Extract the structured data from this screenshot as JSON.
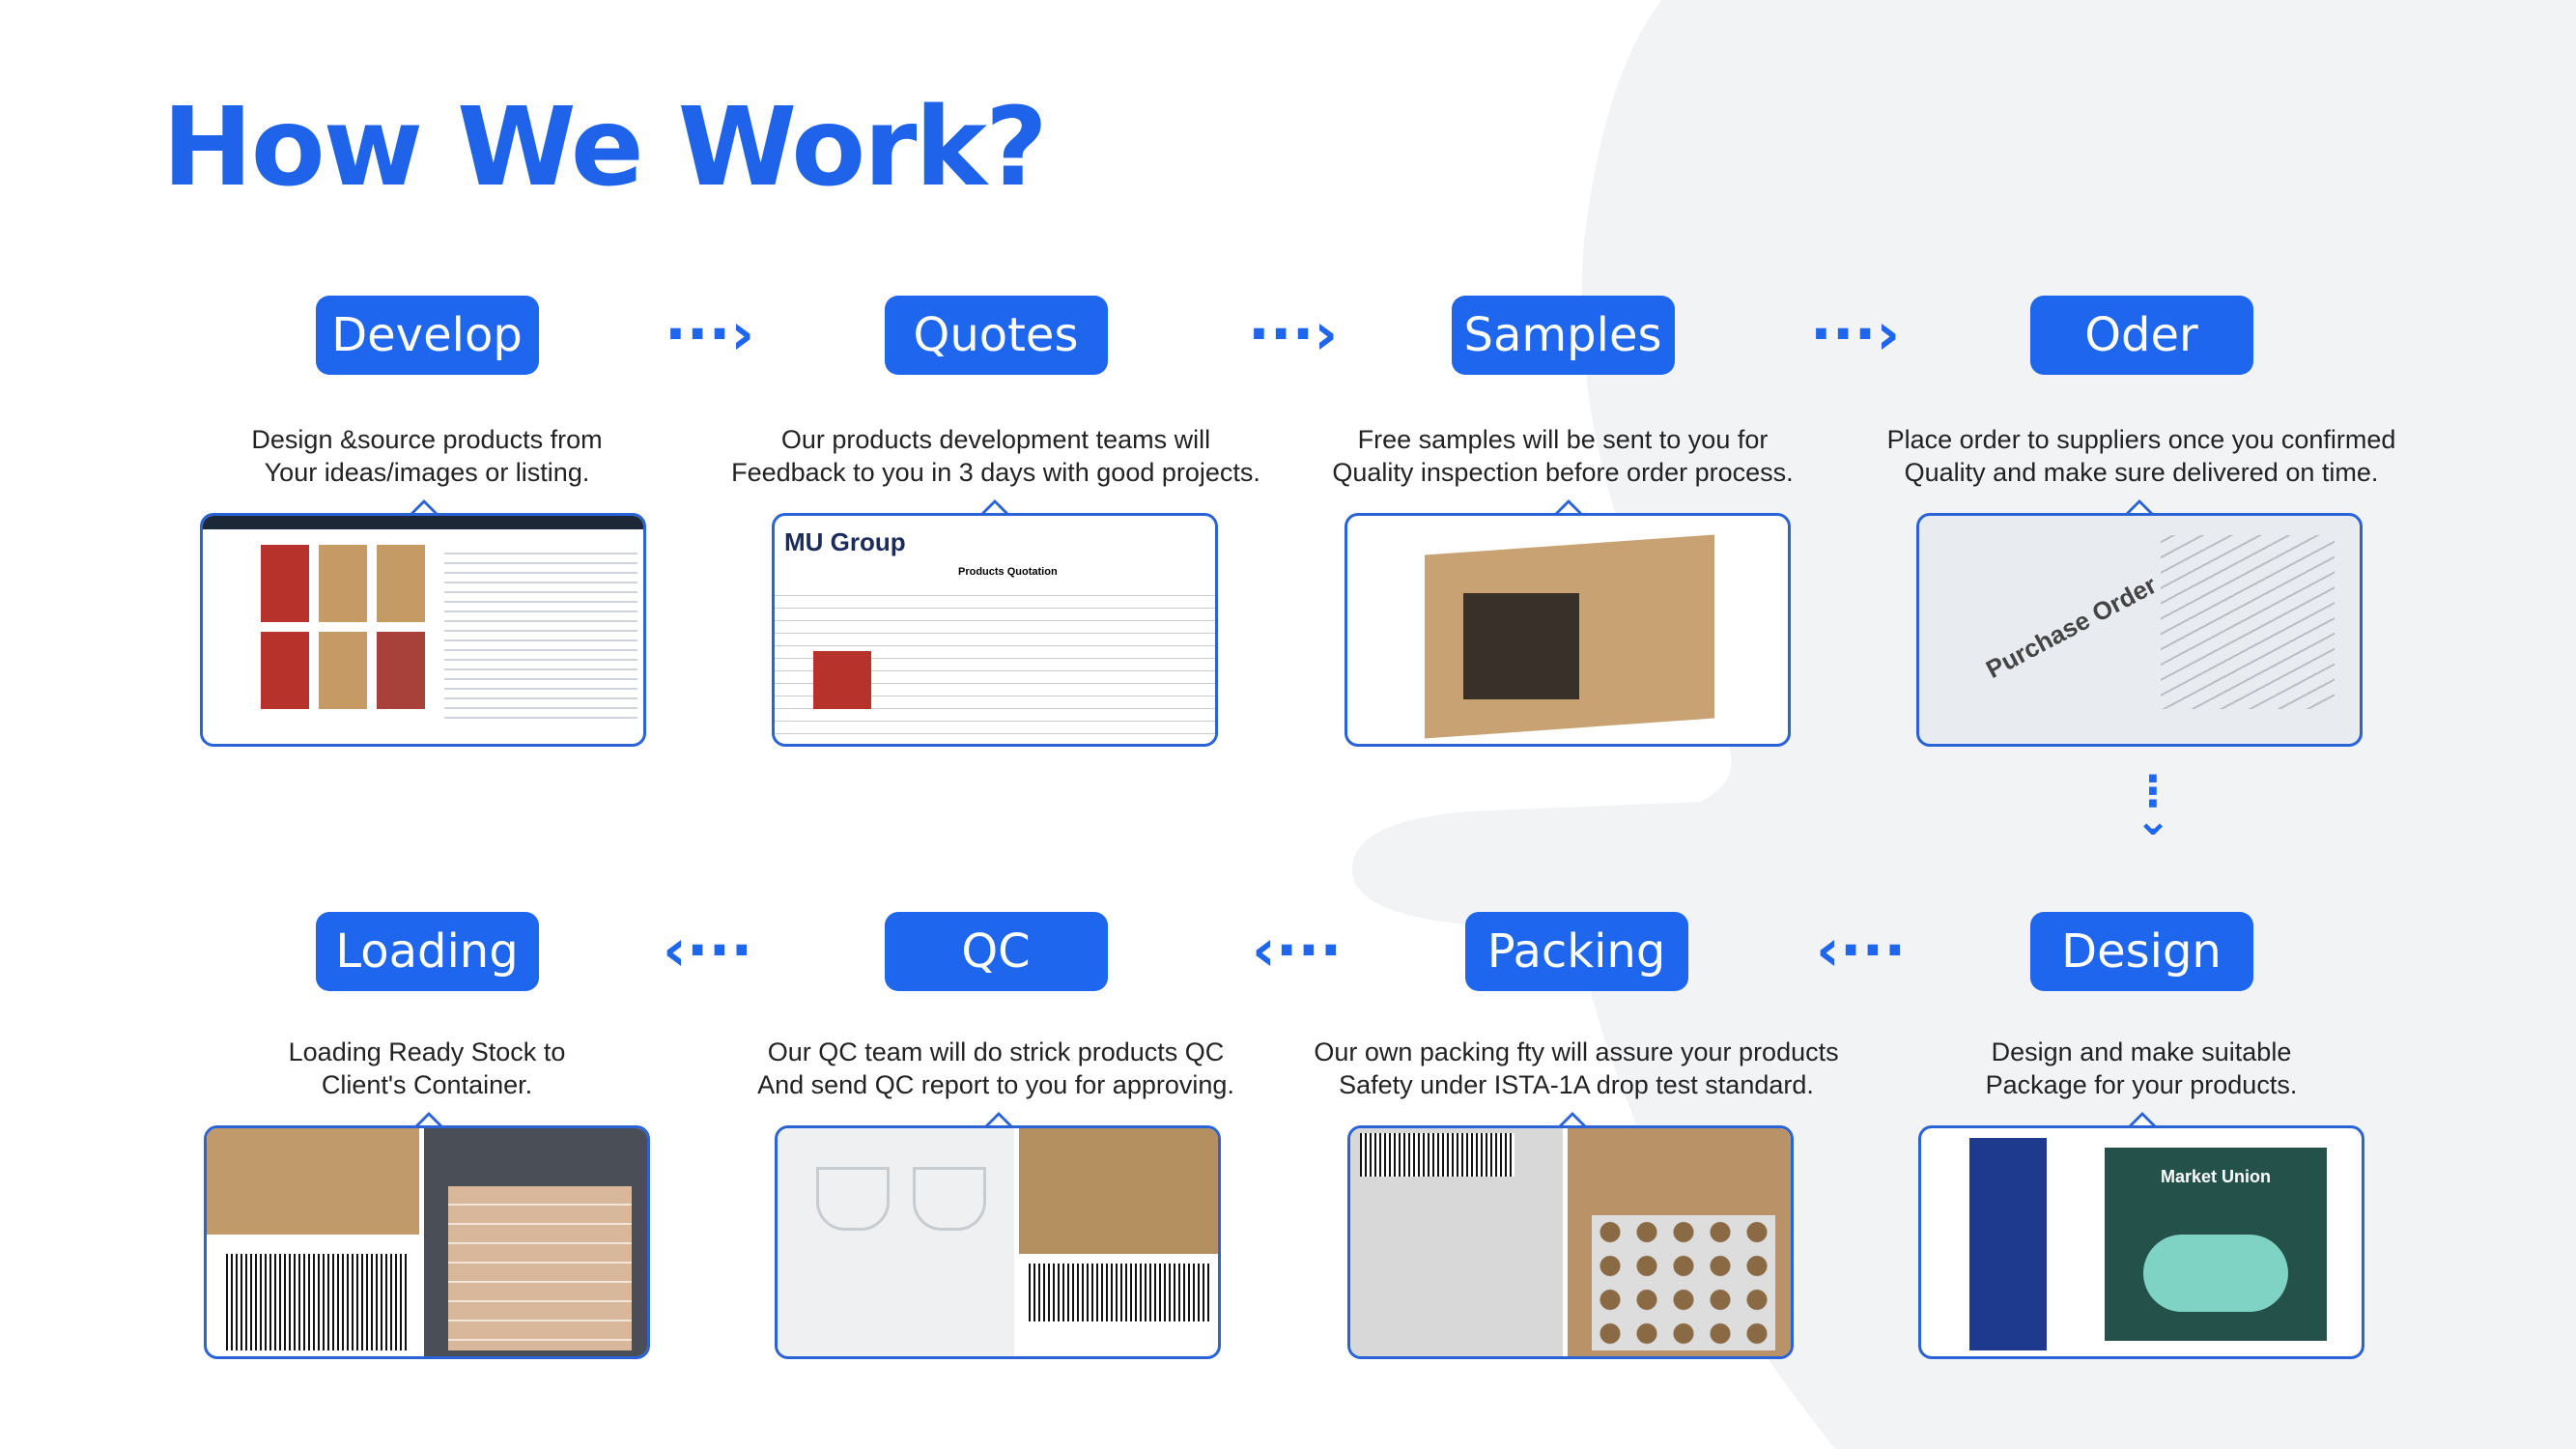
{
  "title": "How We Work?",
  "colors": {
    "accent": "#1f66ee",
    "background_shape": "#f2f3f5"
  },
  "steps": [
    {
      "label": "Develop",
      "desc1": "Design &source products from",
      "desc2": "Your ideas/images or listing."
    },
    {
      "label": "Quotes",
      "desc1": "Our products development teams will",
      "desc2": "Feedback to you in 3 days with good projects."
    },
    {
      "label": "Samples",
      "desc1": "Free samples will be sent to you for",
      "desc2": "Quality inspection before order process."
    },
    {
      "label": "Oder",
      "desc1": "Place order to suppliers once you confirmed",
      "desc2": "Quality and make sure delivered on time."
    },
    {
      "label": "Design",
      "desc1": "Design and make suitable",
      "desc2": "Package for your products."
    },
    {
      "label": "Packing",
      "desc1": "Our own packing fty will assure your products",
      "desc2": "Safety under ISTA-1A drop test standard."
    },
    {
      "label": "QC",
      "desc1": "Our QC team will do strick products QC",
      "desc2": "And send QC report to you for approving."
    },
    {
      "label": "Loading",
      "desc1": "Loading Ready Stock to",
      "desc2": "Client's Container."
    }
  ],
  "photo_text": {
    "quotes_logo": "MU Group",
    "quotes_heading": "Products Quotation",
    "order_doc": "Purchase Order",
    "design_brand": "Market Union"
  },
  "icons": {
    "arrow_right": "dotted-chevron-right",
    "arrow_left": "dotted-chevron-left",
    "arrow_down": "dotted-chevron-down"
  }
}
